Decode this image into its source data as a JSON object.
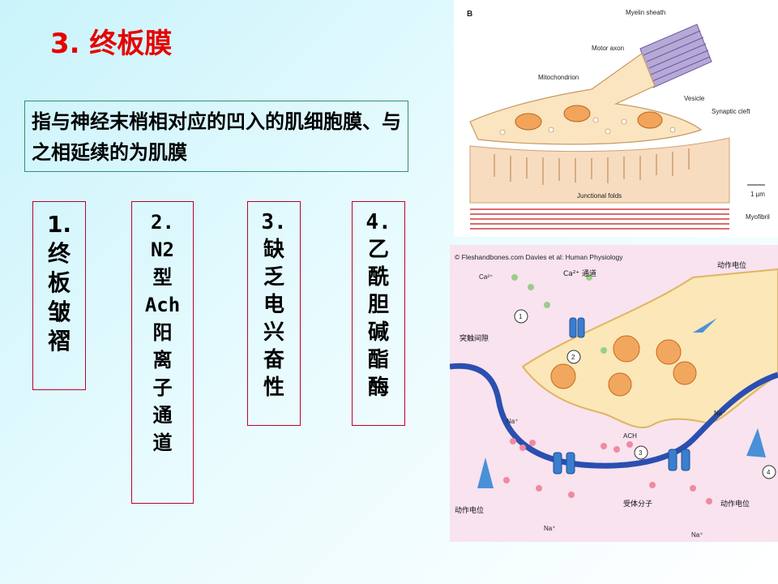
{
  "title": "3. 终板膜",
  "definition": "指与神经末梢相对应的凹入的肌细胞膜、与之相延续的为肌膜",
  "features": [
    {
      "lines": [
        "1.",
        "终",
        "板",
        "皱",
        "褶"
      ]
    },
    {
      "lines": [
        "2.",
        "N2",
        "型",
        "Ach",
        "阳",
        "离",
        "子",
        "通",
        "道"
      ]
    },
    {
      "lines": [
        "3.",
        "缺",
        "乏",
        "电",
        "兴",
        "奋",
        "性"
      ]
    },
    {
      "lines": [
        "4.",
        "乙",
        "酰",
        "胆",
        "碱",
        "酯",
        "酶"
      ]
    }
  ],
  "figure_top": {
    "panel_letter": "B",
    "labels": {
      "myelin": "Myelin sheath",
      "axon": "Motor axon",
      "mito": "Mitochondrion",
      "vesicle": "Vesicle",
      "cleft": "Synaptic cleft",
      "folds": "Junctional folds",
      "scale": "1 µm",
      "myofibril": "Myofibril"
    }
  },
  "figure_bottom": {
    "credit": "© Fleshandbones.com Davies et al: Human Physiology",
    "labels": {
      "ca_outside": "Ca²⁺",
      "ca_channel": "Ca²⁺ 通道",
      "ap_top": "动作电位",
      "cleft": "突触间隙",
      "na1": "Na⁺",
      "na2": "Na⁺",
      "ach": "ACH",
      "ap_left": "动作电位",
      "receptor": "受体分子",
      "ap_right": "动作电位",
      "na3": "Na⁺",
      "na4": "Na⁺",
      "n1": "1",
      "n2": "2",
      "n3": "3",
      "n4": "4"
    }
  },
  "colors": {
    "title": "#e60000",
    "definition_border": "#2f8f78",
    "feature_border": "#c0002a"
  }
}
